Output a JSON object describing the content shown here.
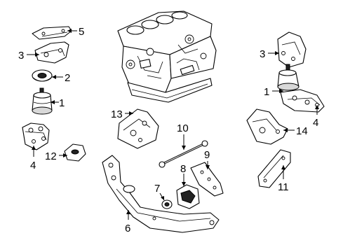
{
  "callouts": {
    "c1a": "1",
    "c1b": "1",
    "c2": "2",
    "c3a": "3",
    "c3b": "3",
    "c4a": "4",
    "c4b": "4",
    "c5": "5",
    "c6": "6",
    "c7": "7",
    "c8": "8",
    "c9": "9",
    "c10": "10",
    "c11": "11",
    "c12": "12",
    "c13": "13",
    "c14": "14"
  }
}
